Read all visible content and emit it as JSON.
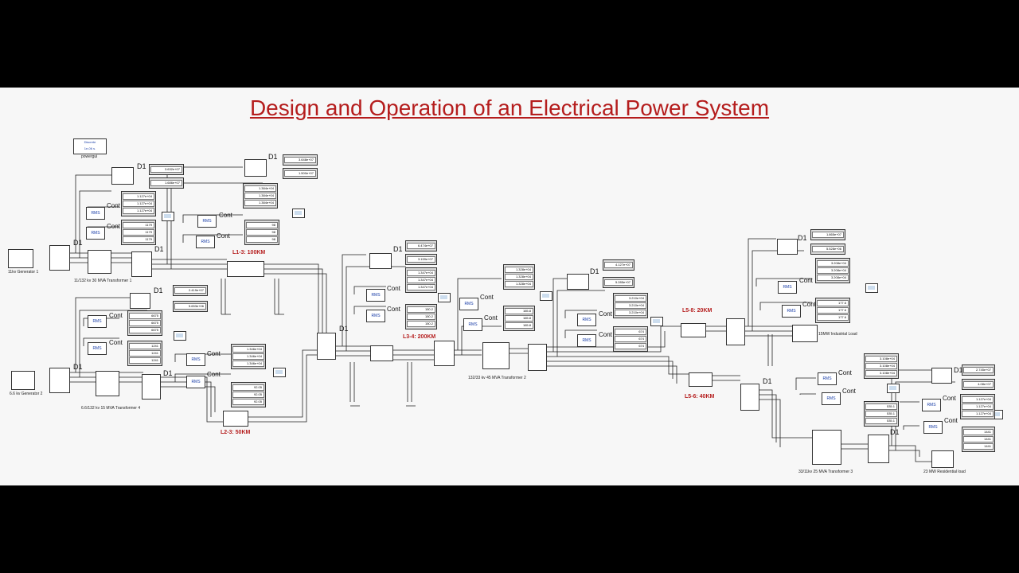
{
  "title": "Design and Operation of an Electrical Power System",
  "powergui": {
    "line1": "Discrete",
    "line2": "1e-06 s.",
    "label": "powergui"
  },
  "labels": {
    "gen1": "11kv Generator 1",
    "gen2": "6.6 kv Generator 2",
    "tr1": "11/132 kv 30 MVA Transformer 1",
    "tr4": "6.6/132 kv 15 MVA Transformer 4",
    "tr2": "132/33 kv 45 MVA Transformer 2",
    "tr3": "33/11kv 25 MVA Transformer 3",
    "ind_load": "15MW Industrial Load",
    "res_load": "23 MW Residential load"
  },
  "lines": {
    "l13": "L1-3: 100KM",
    "l23": "L2-3: 50KM",
    "l34": "L3-4: 200KM",
    "l58": "L5-8: 20KM",
    "l56": "L5-6: 40KM"
  },
  "common": {
    "rms": "RMS",
    "cont": "Cont",
    "d1": "D1"
  },
  "displays": {
    "a1": [
      "3.632e+07"
    ],
    "a2": [
      "1.686e+07"
    ],
    "a3": [
      "1.127e+04",
      "1.127e+04",
      "1.127e+04"
    ],
    "a4": [
      "1179",
      "1179",
      "1179"
    ],
    "b1": [
      "3.648e+07"
    ],
    "b2": [
      "1.500e+07"
    ],
    "b3": [
      "1.384e+04",
      "1.384e+04",
      "1.384e+04"
    ],
    "b4": [
      "98",
      "98",
      "98"
    ],
    "c1": [
      "2.419e+07"
    ],
    "c2": [
      "5.653e+06"
    ],
    "c3": [
      "6675",
      "6675",
      "6675"
    ],
    "c4": [
      "1241",
      "1241",
      "1241"
    ],
    "d1d": [
      "1.346e+04",
      "1.346e+04",
      "1.346e+04"
    ],
    "d2": [
      "92.05",
      "92.05",
      "92.05"
    ],
    "e1": [
      "6.474e+07"
    ],
    "e2": [
      "3.159e+07"
    ],
    "e3": [
      "1.347e+04",
      "1.347e+04",
      "1.347e+04"
    ],
    "e4": [
      "150.2",
      "150.2",
      "150.2"
    ],
    "f1": [
      "1.328e+04",
      "1.328e+04",
      "1.328e+04"
    ],
    "f2": [
      "165.8",
      "165.8",
      "165.8"
    ],
    "g1": [
      "4.127e+07"
    ],
    "g2": [
      "5.285e+07"
    ],
    "g3": [
      "3.210e+04",
      "3.210e+04",
      "3.210e+04"
    ],
    "g4": [
      "674",
      "674",
      "674"
    ],
    "h1": [
      "1.865e+07"
    ],
    "h2": [
      "5.528e+06"
    ],
    "h3": [
      "3.208e+04",
      "3.208e+04",
      "3.208e+04"
    ],
    "h4": [
      "177.6",
      "177.6",
      "177.6"
    ],
    "i1": [
      "3.108e+04",
      "3.108e+04",
      "3.108e+04"
    ],
    "i2": [
      "535.1",
      "535.1",
      "535.1"
    ],
    "j1": [
      "2.745e+07"
    ],
    "j2": [
      "4.08e+07"
    ],
    "j3": [
      "1.127e+04",
      "1.127e+04",
      "1.127e+04"
    ],
    "j4": [
      "1441",
      "1441",
      "1441"
    ]
  }
}
